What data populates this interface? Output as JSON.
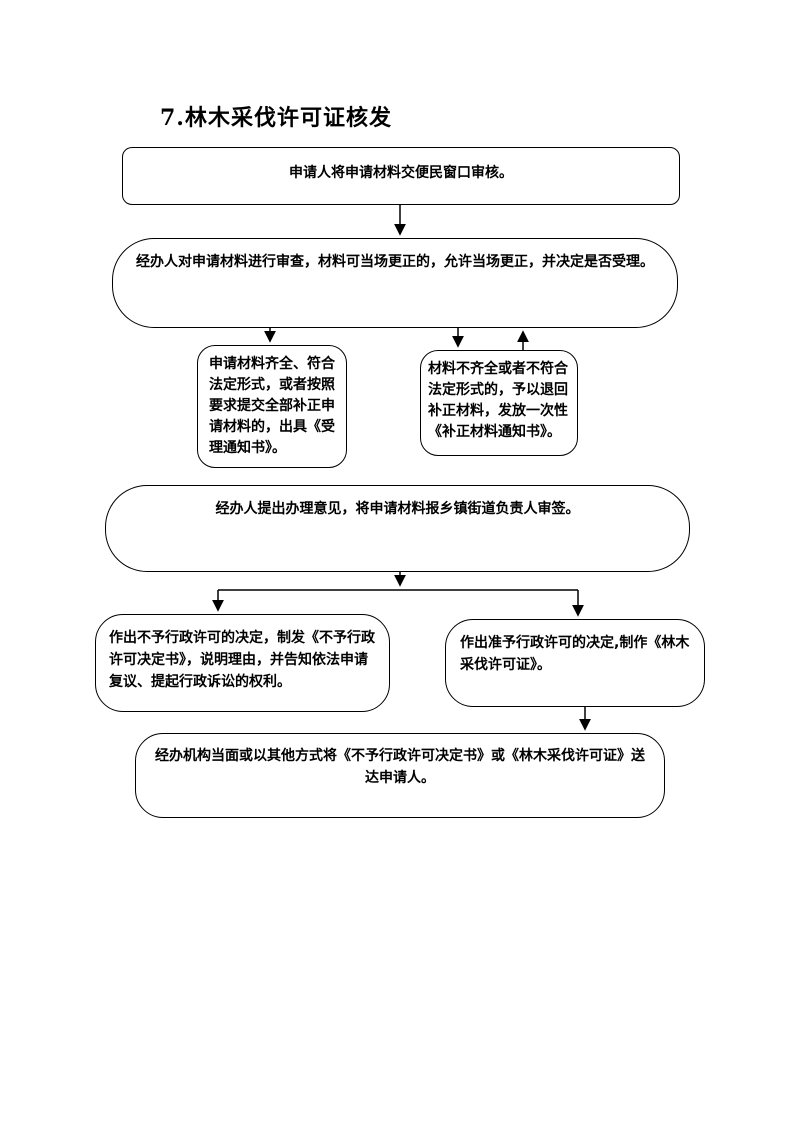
{
  "page": {
    "title": "7.林木采伐许可证核发"
  },
  "nodes": {
    "submit": "申请人将申请材料交便民窗口审核。",
    "review": "经办人对申请材料进行审查，材料可当场更正的，允许当场更正，并决定是否受理。",
    "accept": "申请材料齐全、符合法定形式，或者按照要求提交全部补正申请材料的，出具《受理通知书》。",
    "supplement": "材料不齐全或者不符合法定形式的，予以退回补正材料，发放一次性《补正材料通知书》。",
    "opinion": "经办人提出办理意见，将申请材料报乡镇街道负责人审签。",
    "deny": "作出不予行政许可的决定，制发《不予行政许可决定书》，说明理由，并告知依法申请复议、提起行政诉讼的权利。",
    "approve": "作出准予行政许可的决定,制作《林木采伐许可证》。",
    "deliver": "经办机构当面或以其他方式将《不予行政许可决定书》或《林木采伐许可证》送达申请人。"
  },
  "colors": {
    "background": "#ffffff",
    "border": "#000000",
    "text": "#000000"
  }
}
